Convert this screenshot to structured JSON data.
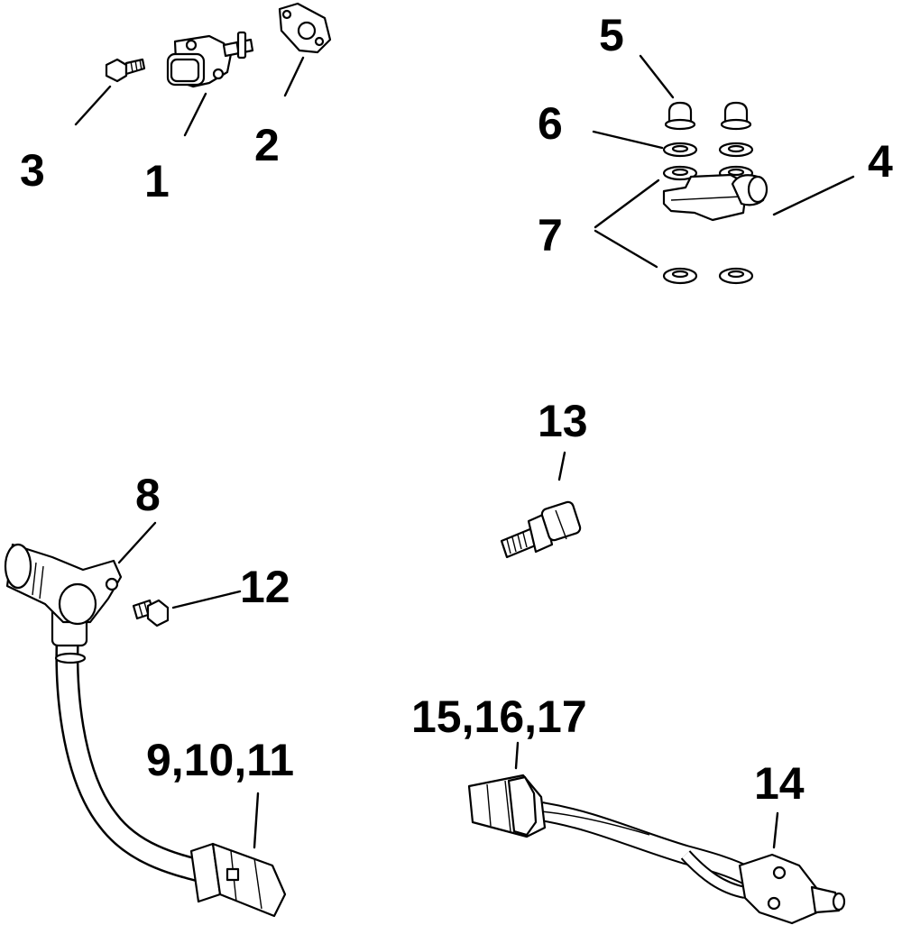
{
  "callouts": {
    "c1": "1",
    "c2": "2",
    "c3": "3",
    "c4": "4",
    "c5": "5",
    "c6": "6",
    "c7": "7",
    "c8": "8",
    "c9_11": "9,10,11",
    "c12": "12",
    "c13": "13",
    "c14": "14",
    "c15_17": "15,16,17"
  },
  "colors": {
    "line": "#000000",
    "background": "#ffffff"
  }
}
